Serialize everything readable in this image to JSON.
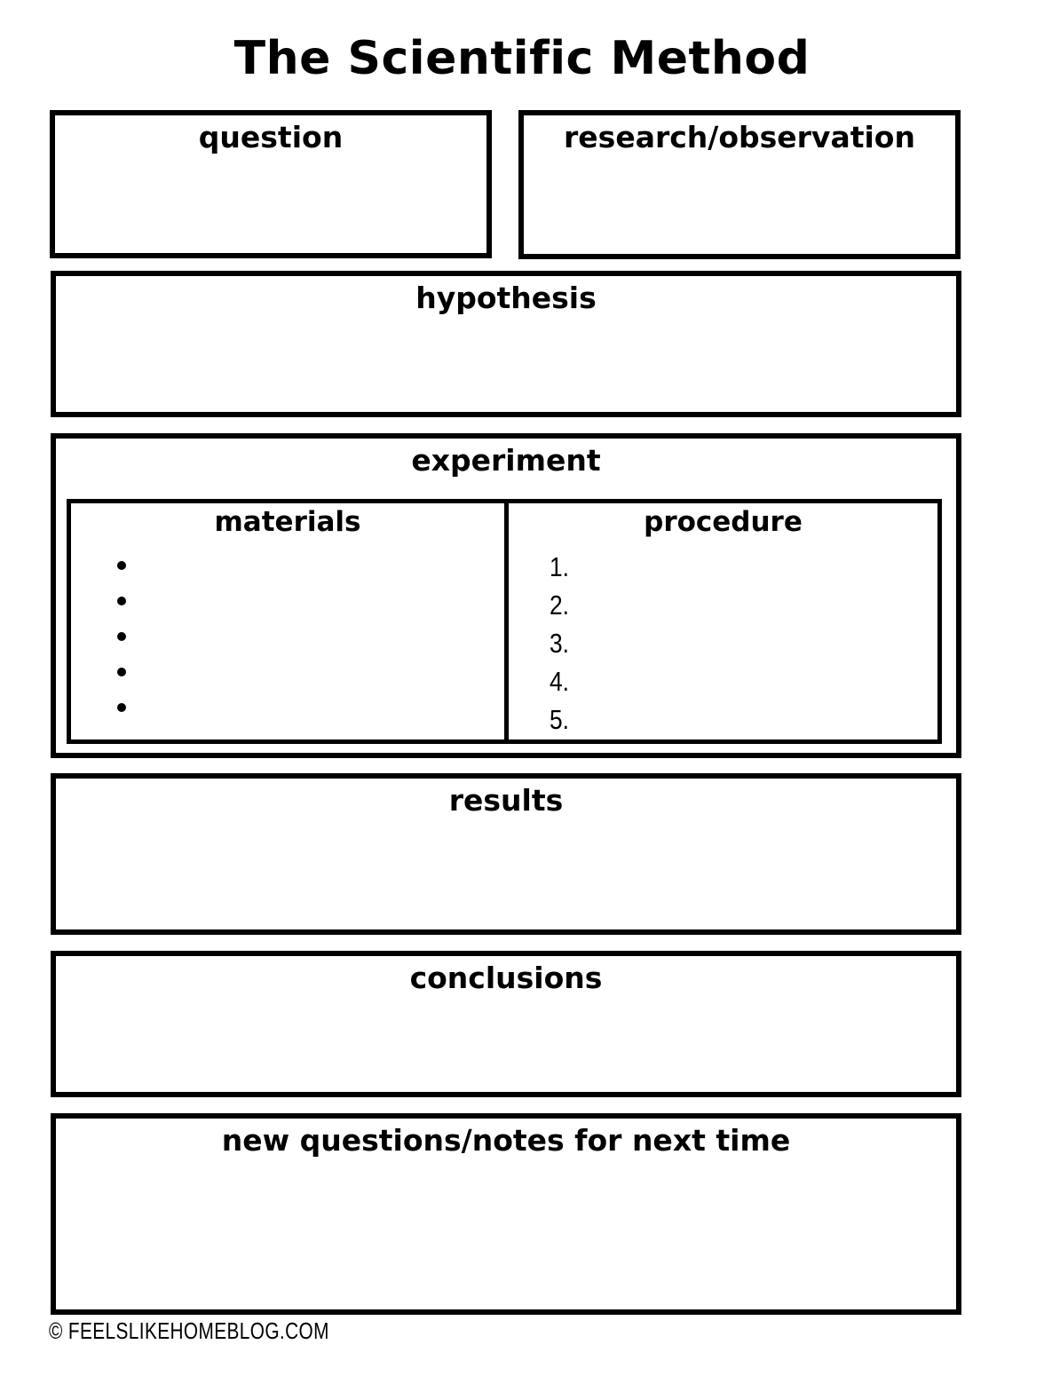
{
  "page": {
    "title": "The Scientific Method",
    "paper_color": "#ffffff",
    "ink_color": "#000000"
  },
  "sections": {
    "question": {
      "label": "question"
    },
    "research_observation": {
      "label": "research/observation"
    },
    "hypothesis": {
      "label": "hypothesis"
    },
    "experiment": {
      "label": "experiment",
      "materials": {
        "label": "materials",
        "bullet": "•",
        "items": [
          "",
          "",
          "",
          "",
          ""
        ]
      },
      "procedure": {
        "label": "procedure",
        "items": [
          "1.",
          "2.",
          "3.",
          "4.",
          "5."
        ]
      }
    },
    "results": {
      "label": "results"
    },
    "conclusions": {
      "label": "conclusions"
    },
    "new_questions": {
      "label": "new questions/notes for next time"
    }
  },
  "footer": {
    "text": "© feelslikehomeblog.com"
  }
}
